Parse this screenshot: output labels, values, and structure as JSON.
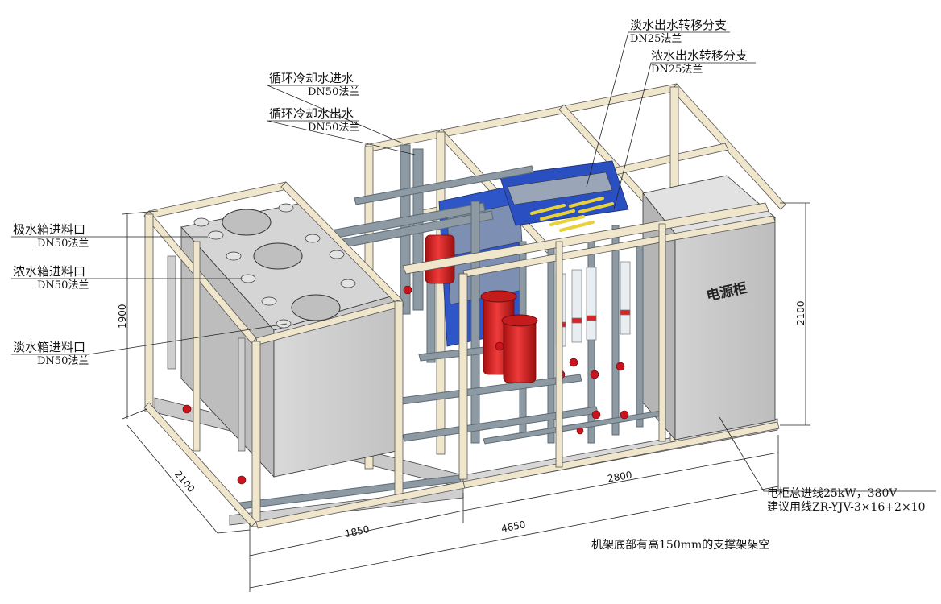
{
  "callouts": {
    "fresh_transfer": {
      "title": "淡水出水转移分支",
      "spec": "DN25法兰"
    },
    "conc_transfer": {
      "title": "浓水出水转移分支",
      "spec": "DN25法兰"
    },
    "cooling_in": {
      "title": "循环冷却水进水",
      "spec": "DN50法兰"
    },
    "cooling_out": {
      "title": "循环冷却水出水",
      "spec": "DN50法兰"
    },
    "electrode_tank": {
      "title": "极水箱进料口",
      "spec": "DN50法兰"
    },
    "conc_tank": {
      "title": "浓水箱进料口",
      "spec": "DN50法兰"
    },
    "fresh_tank": {
      "title": "淡水箱进料口",
      "spec": "DN50法兰"
    }
  },
  "cabinet": {
    "label": "电源柜"
  },
  "dimensions": {
    "height_left": "1900",
    "height_right": "2100",
    "depth": "2100",
    "length_left": "1850",
    "length_right": "2800",
    "length_total": "4650"
  },
  "notes": {
    "power_line1": "电柜总进线25kW，380V",
    "power_line2": "建议用线ZR-YJV-3×16+2×10",
    "base_note": "机架底部有高150mm的支撑架架空"
  },
  "colors": {
    "frame": "#f0e6cc",
    "tank": "#d4d4d4",
    "cabinet": "#cfcfcf",
    "pipe": "#8e9aa3",
    "filter": "#d82424",
    "stack": "#2f56c8",
    "valve": "#c9141d",
    "hose": "#e8d23a"
  }
}
